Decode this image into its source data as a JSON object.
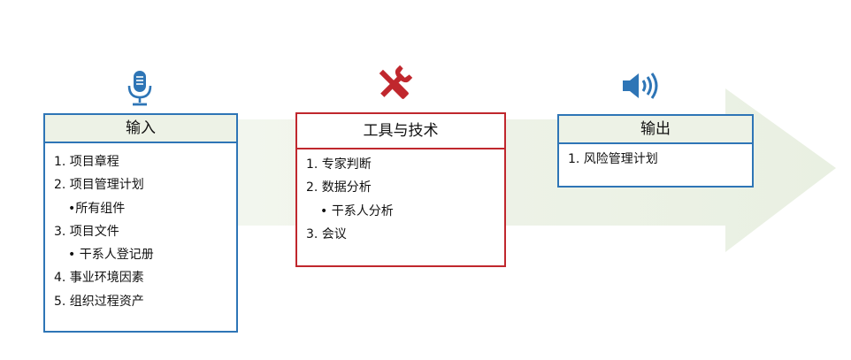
{
  "colors": {
    "blue": "#2e75b6",
    "red": "#c0272d",
    "arrow_fill": "#eef3e8",
    "header_fill": "#edf2e6"
  },
  "icons": {
    "inputs": "microphone-icon",
    "tools": "tools-cross-icon",
    "outputs": "speaker-icon"
  },
  "inputs": {
    "title": "输入",
    "items": [
      {
        "text": "1. 项目章程",
        "level": 0
      },
      {
        "text": "2. 项目管理计划",
        "level": 0
      },
      {
        "text": "•所有组件",
        "level": 1
      },
      {
        "text": "3. 项目文件",
        "level": 0
      },
      {
        "text": "• 干系人登记册",
        "level": 1
      },
      {
        "text": "4. 事业环境因素",
        "level": 0
      },
      {
        "text": "5. 组织过程资产",
        "level": 0
      }
    ]
  },
  "tools": {
    "title": "工具与技术",
    "items": [
      {
        "text": "1. 专家判断",
        "level": 0
      },
      {
        "text": "2. 数据分析",
        "level": 0
      },
      {
        "text": "• 干系人分析",
        "level": 1
      },
      {
        "text": "3. 会议",
        "level": 0
      }
    ]
  },
  "outputs": {
    "title": "输出",
    "items": [
      {
        "text": "1. 风险管理计划",
        "level": 0
      }
    ]
  }
}
